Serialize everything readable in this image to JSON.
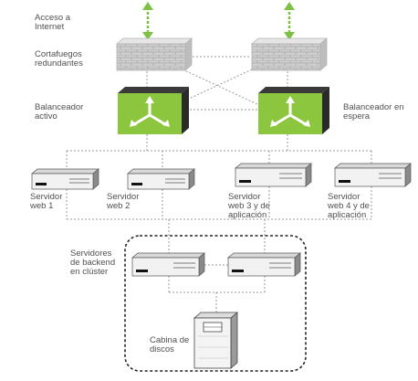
{
  "labels": {
    "internet": "Acceso a Internet",
    "firewalls": "Cortafuegos redundantes",
    "lb_active": "Balanceador activo",
    "lb_standby": "Balanceador en espera",
    "server1": "Servidor web 1",
    "server2": "Servidor web 2",
    "server3": "Servidor web 3 y de aplicación",
    "server4": "Servidor web 4 y de aplicación",
    "backend": "Servidores de backend en clúster",
    "storage": "Cabina de discos"
  },
  "colors": {
    "arrow_green": "#7dc242",
    "balancer_green": "#8cc63f",
    "firewall_grey": "#c8c8c8",
    "line_grey": "#9a9a9a",
    "server_face": "#f2f2f2"
  }
}
